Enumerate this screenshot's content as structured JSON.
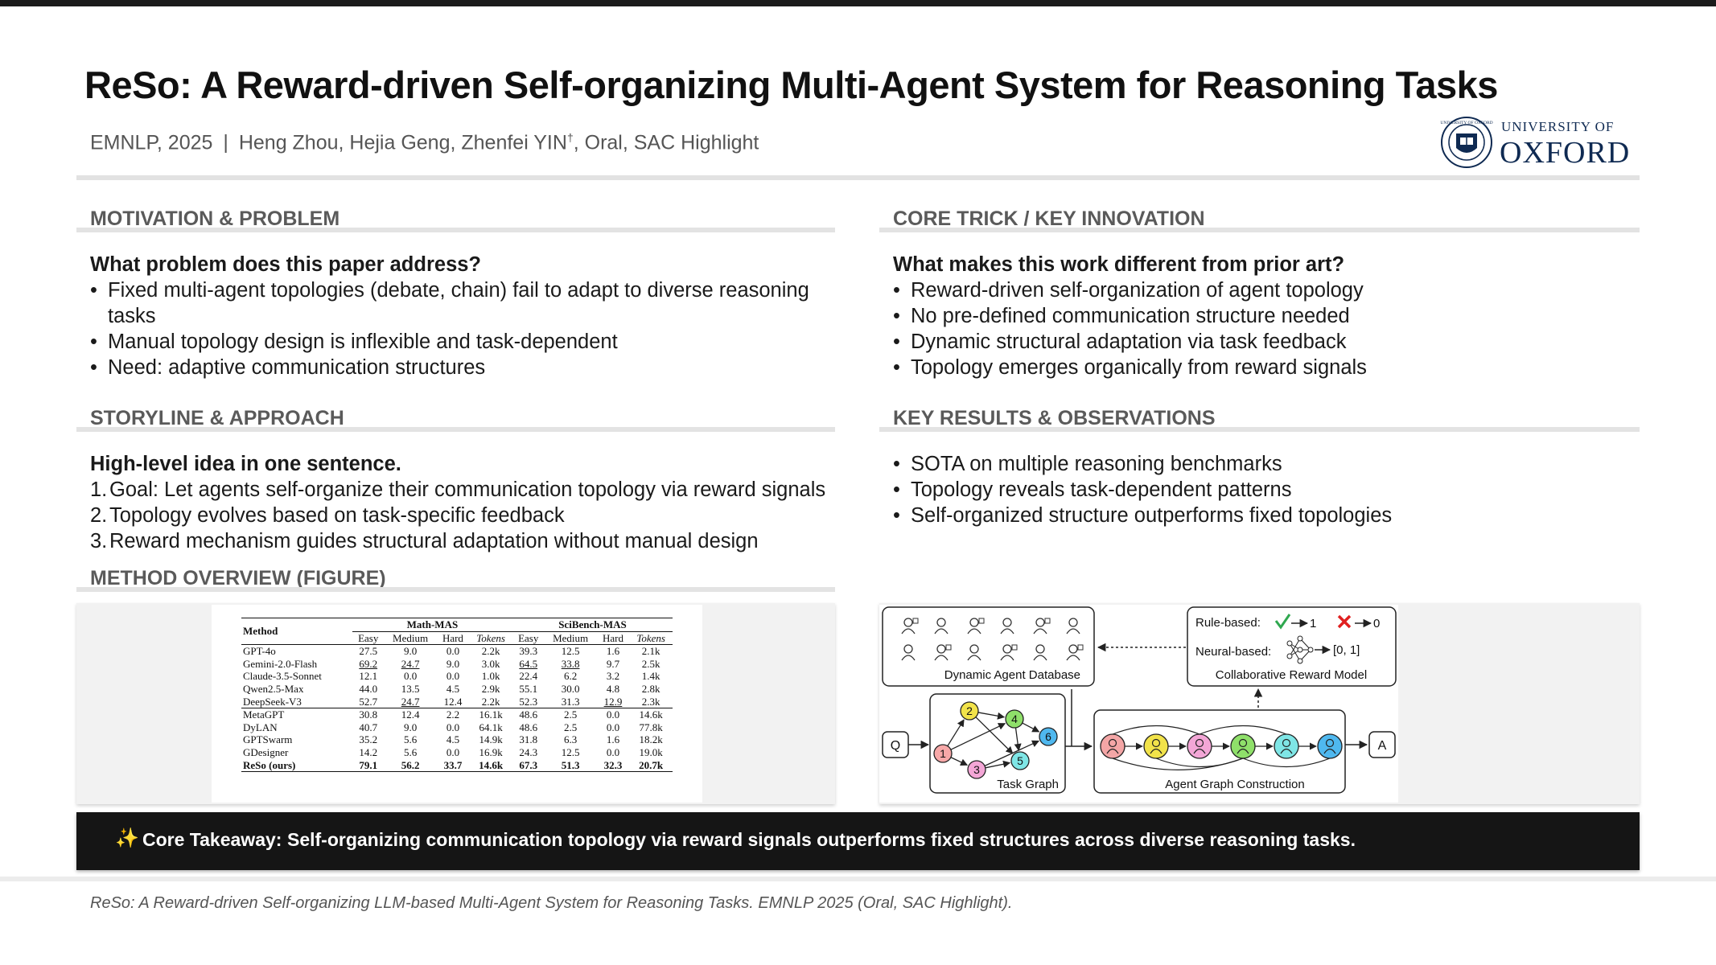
{
  "header": {
    "title": "ReSo: A Reward-driven Self-organizing Multi-Agent System for Reasoning Tasks",
    "venue": "EMNLP, 2025",
    "separator": "|",
    "authors": "Heng Zhou, Hejia Geng, Zhenfei YIN",
    "author_mark": "†",
    "tags": ", Oral, SAC Highlight",
    "logo": {
      "line1": "UNIVERSITY OF",
      "line2": "OXFORD",
      "seal_text": "UNIVERSITY OF OXFORD",
      "icon": "oxford-seal-icon"
    }
  },
  "motivation": {
    "heading": "MOTIVATION & PROBLEM",
    "question": "What problem does this paper address?",
    "bullets": [
      "Fixed multi-agent topologies (debate, chain) fail to adapt to diverse reasoning tasks",
      "Manual topology design is inflexible and task-dependent",
      "Need: adaptive communication structures"
    ]
  },
  "core": {
    "heading": "CORE TRICK / KEY INNOVATION",
    "question": "What makes this work different from prior art?",
    "bullets": [
      "Reward-driven self-organization of agent topology",
      "No pre-defined communication structure needed",
      "Dynamic structural adaptation via task feedback",
      "Topology emerges organically from reward signals"
    ]
  },
  "storyline": {
    "heading": "STORYLINE & APPROACH",
    "question": "High-level idea in one sentence.",
    "steps": [
      {
        "n": "1.",
        "text": "Goal: Let agents self-organize their communication topology via reward signals"
      },
      {
        "n": "2.",
        "text": "Topology evolves based on task-specific feedback"
      },
      {
        "n": "3.",
        "text": "Reward mechanism guides structural adaptation without manual design"
      }
    ]
  },
  "results": {
    "heading": "KEY RESULTS & OBSERVATIONS",
    "bullets": [
      "SOTA on multiple reasoning benchmarks",
      "Topology reveals task-dependent patterns",
      "Self-organized structure outperforms fixed topologies"
    ]
  },
  "method": {
    "heading": "METHOD OVERVIEW (FIGURE)"
  },
  "table": {
    "method_header": "Method",
    "group1": "Math-MAS",
    "group2": "SciBench-MAS",
    "subheaders": [
      "Easy",
      "Medium",
      "Hard",
      "Tokens",
      "Easy",
      "Medium",
      "Hard",
      "Tokens"
    ],
    "rows_a": [
      {
        "method": "GPT-4o",
        "cells": [
          "27.5",
          "9.0",
          "0.0",
          "2.2k",
          "39.3",
          "12.5",
          "1.6",
          "2.1k"
        ],
        "underline": []
      },
      {
        "method": "Gemini-2.0-Flash",
        "cells": [
          "69.2",
          "24.7",
          "9.0",
          "3.0k",
          "64.5",
          "33.8",
          "9.7",
          "2.5k"
        ],
        "underline": [
          0,
          1,
          4,
          5
        ]
      },
      {
        "method": "Claude-3.5-Sonnet",
        "cells": [
          "12.1",
          "0.0",
          "0.0",
          "1.0k",
          "22.4",
          "6.2",
          "3.2",
          "1.4k"
        ],
        "underline": []
      },
      {
        "method": "Qwen2.5-Max",
        "cells": [
          "44.0",
          "13.5",
          "4.5",
          "2.9k",
          "55.1",
          "30.0",
          "4.8",
          "2.8k"
        ],
        "underline": []
      },
      {
        "method": "DeepSeek-V3",
        "cells": [
          "52.7",
          "24.7",
          "12.4",
          "2.2k",
          "52.3",
          "31.3",
          "12.9",
          "2.3k"
        ],
        "underline": [
          1,
          6
        ]
      }
    ],
    "rows_b": [
      {
        "method": "MetaGPT",
        "cells": [
          "30.8",
          "12.4",
          "2.2",
          "16.1k",
          "48.6",
          "2.5",
          "0.0",
          "14.6k"
        ]
      },
      {
        "method": "DyLAN",
        "cells": [
          "40.7",
          "9.0",
          "0.0",
          "64.1k",
          "48.6",
          "2.5",
          "0.0",
          "77.8k"
        ]
      },
      {
        "method": "GPTSwarm",
        "cells": [
          "35.2",
          "5.6",
          "4.5",
          "14.9k",
          "31.8",
          "6.3",
          "1.6",
          "18.2k"
        ]
      },
      {
        "method": "GDesigner",
        "cells": [
          "14.2",
          "5.6",
          "0.0",
          "16.9k",
          "24.3",
          "12.5",
          "0.0",
          "19.0k"
        ]
      }
    ],
    "row_ours": {
      "method": "ReSo (ours)",
      "cells": [
        "79.1",
        "56.2",
        "33.7",
        "14.6k",
        "67.3",
        "51.3",
        "32.3",
        "20.7k"
      ]
    }
  },
  "diagram": {
    "db_label": "Dynamic Agent Database",
    "reward_label": "Collaborative Reward Model",
    "rule_label": "Rule-based:",
    "rule_true": "1",
    "rule_false": "0",
    "neural_label": "Neural-based:",
    "neural_range": "[0, 1]",
    "q_label": "Q",
    "a_label": "A",
    "task_graph_label": "Task Graph",
    "agent_graph_label": "Agent Graph Construction",
    "nodes": [
      "1",
      "2",
      "3",
      "4",
      "5",
      "6"
    ],
    "node_colors": [
      "#f7a8a8",
      "#f2e34a",
      "#f3a6d6",
      "#8fe06a",
      "#7fe6e6",
      "#4fb8ef"
    ],
    "agent_colors": [
      "#f4a6a6",
      "#f2e34a",
      "#f3a6d6",
      "#8fe06a",
      "#7fe6e6",
      "#4fb8ef"
    ],
    "check_color": "#2fa84f",
    "cross_color": "#e02020"
  },
  "takeaway": {
    "icon": "sparkles-icon",
    "label": "Core Takeaway:",
    "text": "Self-organizing communication topology via reward signals outperforms fixed structures across diverse reasoning tasks."
  },
  "footer": {
    "citation": "ReSo: A Reward-driven Self-organizing LLM-based Multi-Agent System for Reasoning Tasks. EMNLP 2025 (Oral, SAC Highlight)."
  }
}
